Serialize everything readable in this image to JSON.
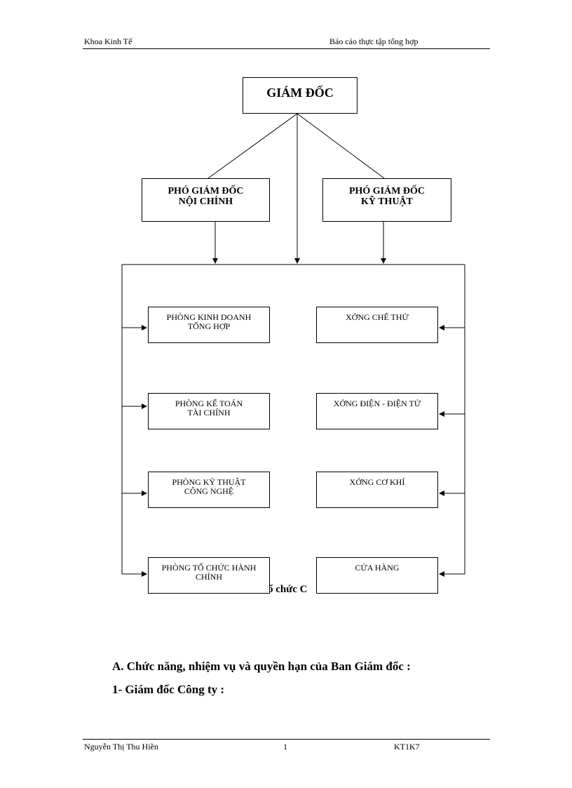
{
  "header": {
    "left": "Khoa Kinh Tế",
    "right": "Báo cáo thực tập tổng hợp"
  },
  "org_chart": {
    "director": "GIÁM ĐỐC",
    "deputy_internal": {
      "line1": "PHÓ GIÁM ĐỐC",
      "line2": "NỘI CHÍNH"
    },
    "deputy_technical": {
      "line1": "PHÓ GIÁM ĐỐC",
      "line2": "KỸ THUẬT"
    },
    "left_units": [
      {
        "line1": "PHÒNG KINH DOANH",
        "line2": "TỔNG HỢP"
      },
      {
        "line1": "PHÒNG  KẾ TOÁN",
        "line2": "TÀI CHÍNH"
      },
      {
        "line1": "PHÒNG  KỸ THUẬT",
        "line2": "CÔNG NGHỆ"
      },
      {
        "line1": "PHÒNG   TỔ CHỨC HÀNH",
        "line2": "CHÍNH"
      }
    ],
    "right_units": [
      {
        "line1": "XỞNG    CHẾ THỬ"
      },
      {
        "line1": "XỞNG    ĐIỆN - ĐIỆN TỬ"
      },
      {
        "line1": "XỞNG    CƠ KHÍ"
      },
      {
        "line1": "CỬA HÀNG"
      }
    ],
    "caption_fragment": "ổ chức C"
  },
  "body": {
    "heading_a": "A. Chức năng, nhiệm vụ và quyền hạn của Ban Giám đốc :",
    "heading_1": "1- Giám đốc Công ty :"
  },
  "footer": {
    "left": "Nguyễn Thị Thu Hiền",
    "page": "1",
    "right": "KT1K7"
  }
}
